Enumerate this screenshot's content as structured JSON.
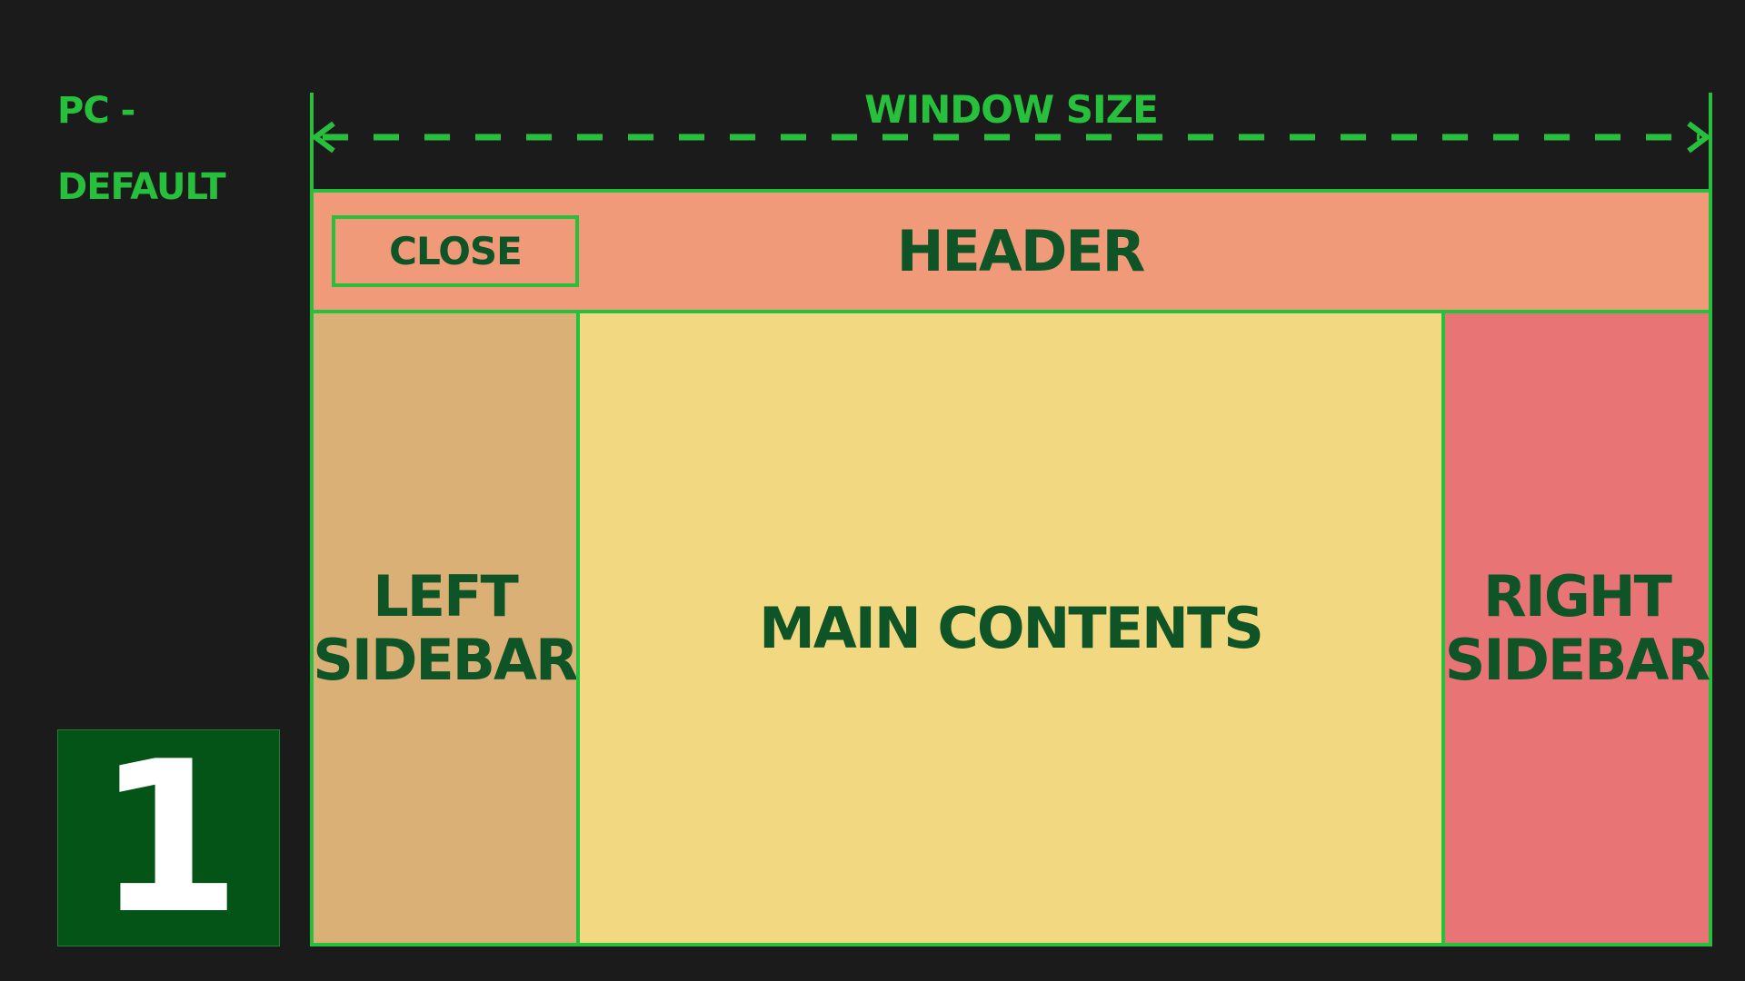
{
  "device_label": {
    "line1": "PC -",
    "line2": "DEFAULT"
  },
  "number_badge": "1",
  "dimension_label": "WINDOW  SIZE",
  "layout": {
    "header": "HEADER",
    "close_button": "CLOSE",
    "left_sidebar": [
      "LEFT",
      "SIDEBAR"
    ],
    "main_contents": "MAIN CONTENTS",
    "right_sidebar": [
      "RIGHT",
      "SIDEBAR"
    ]
  },
  "colors": {
    "background": "#1b1b1b",
    "accent_green": "#27c03c",
    "text_dark_green": "#0f5426",
    "badge_green": "#045317",
    "header": "#f19a7a",
    "left_sidebar": "#dbb077",
    "main_contents": "#f3d882",
    "right_sidebar": "#e87476"
  }
}
